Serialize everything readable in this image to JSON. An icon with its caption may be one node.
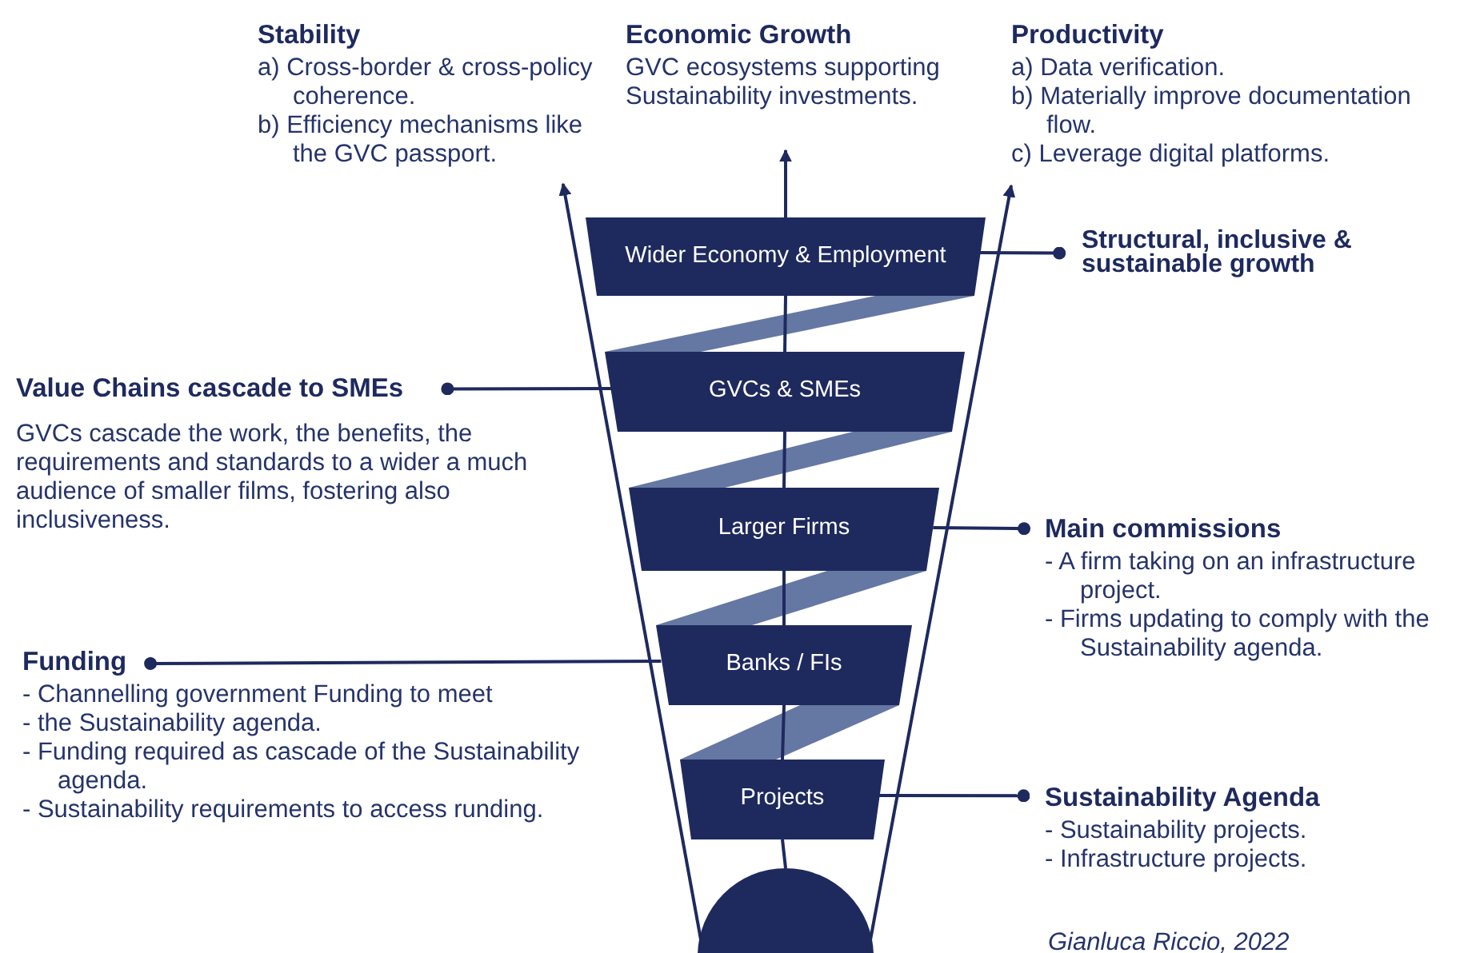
{
  "diagram": {
    "nodes": [
      {
        "text": [
          "Stability",
          "a) Cross-border & cross-policy coherence.",
          "b) Efficiency mechanisms like the GVC passport."
        ]
      },
      {
        "text": [
          "Economic Growth",
          "GVC ecosystems supporting Sustainability investments."
        ]
      },
      {
        "text": [
          "Productivity",
          "a) Data verification.",
          "b) Materially improve documentation flow.",
          "c) Leverage digital platforms."
        ]
      },
      {
        "text": [
          "Wider Economy & Employment"
        ]
      },
      {
        "text": [
          "Structural, inclusive & sustainable growth"
        ]
      },
      {
        "text": [
          "Value Chains cascade to SMEs",
          "GVCs cascade the work, the benefits, the requirements and standards to a wider a much audience of smaller films, fostering also inclusiveness."
        ]
      },
      {
        "text": [
          "GVCs & SMEs"
        ]
      },
      {
        "text": [
          "Larger Firms"
        ]
      },
      {
        "text": [
          "Main commissions",
          "- A firm taking on an infrastructure project.",
          "- Firms updating to comply with the Sustainability agenda."
        ]
      },
      {
        "text": [
          "Funding",
          "- Channelling government Funding to meet",
          "- the Sustainability agenda.",
          "- Funding required as cascade of the Sustainability agenda.",
          "- Sustainability requirements to access runding."
        ]
      },
      {
        "text": [
          "Banks / FIs"
        ]
      },
      {
        "text": [
          "Projects"
        ]
      },
      {
        "text": [
          "Sustainability Agenda",
          "- Sustainability projects.",
          "- Infrastructure projects."
        ]
      },
      {
        "text": [],
        "shape": "circle"
      }
    ],
    "edges": [
      {
        "from": 13,
        "to": 11,
        "arrow": "none"
      },
      {
        "from": 11,
        "to": 10,
        "arrow": "none"
      },
      {
        "from": 10,
        "to": 7,
        "arrow": "none"
      },
      {
        "from": 7,
        "to": 6,
        "arrow": "none"
      },
      {
        "from": 6,
        "to": 3,
        "arrow": "none"
      },
      {
        "from": 3,
        "to": 1,
        "arrow": "to"
      },
      {
        "from": 13,
        "to": 0,
        "arrow": "to"
      },
      {
        "from": 13,
        "to": 2,
        "arrow": "to"
      },
      {
        "from": 3,
        "to": 4,
        "arrow": "other"
      },
      {
        "from": 6,
        "to": 5,
        "arrow": "other"
      },
      {
        "from": 7,
        "to": 8,
        "arrow": "other"
      },
      {
        "from": 10,
        "to": 9,
        "arrow": "other"
      },
      {
        "from": 11,
        "to": 12,
        "arrow": "other"
      }
    ],
    "labels": [
      "Gianluca Riccio, 2022"
    ]
  }
}
